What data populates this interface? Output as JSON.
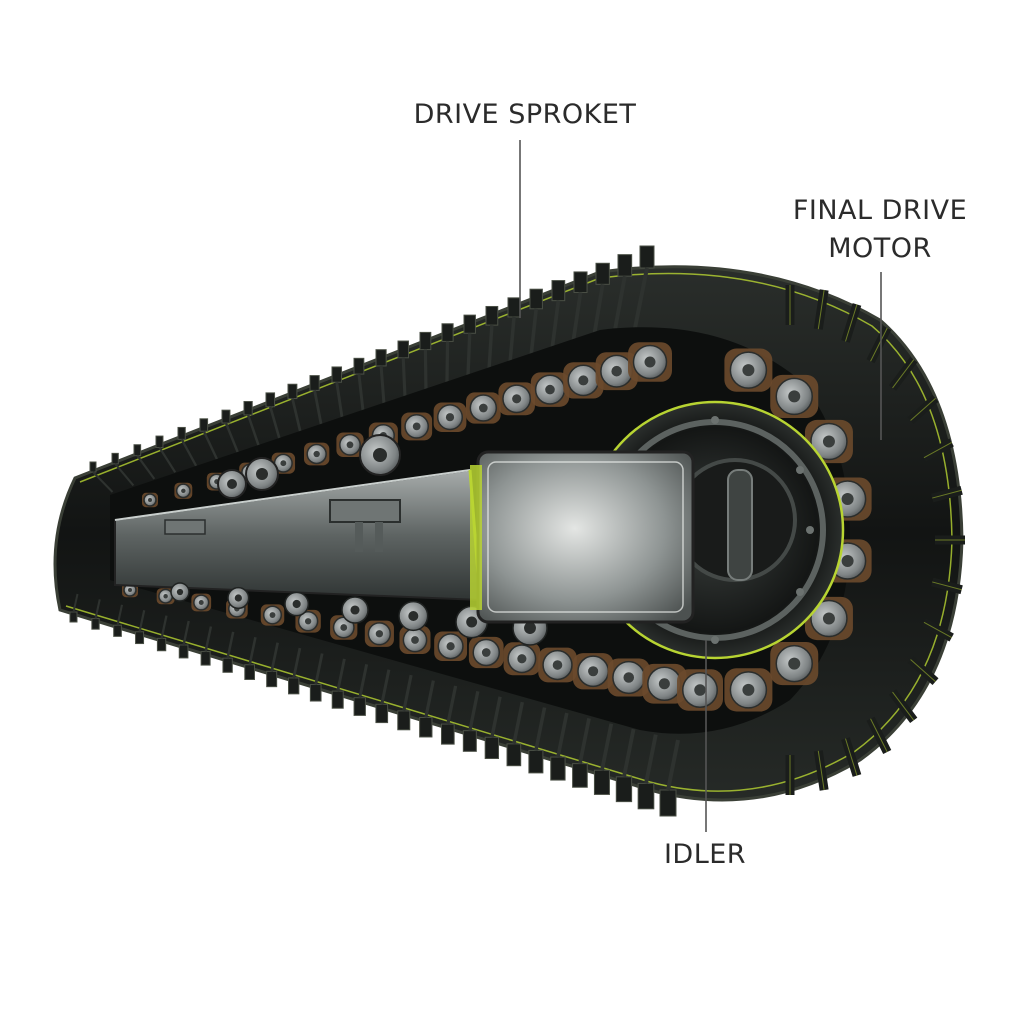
{
  "labels": {
    "drive_sprocket": "DRIVE SPROKET",
    "final_drive_line1": "FINAL DRIVE",
    "final_drive_line2": "MOTOR",
    "idler": "IDLER"
  },
  "colors": {
    "background": "#ffffff",
    "track_shoe": "#1b1e1c",
    "track_shoe_edge": "#3a3f36",
    "accent_trim": "#b8d432",
    "chain_link": "#8c9192",
    "chain_link_dark": "#4a4e50",
    "chain_rust": "#6b4a2c",
    "frame_metal": "#7c8283",
    "label_text": "#2b2b2b",
    "leader_line": "#555555"
  },
  "icons": {
    "track": "crawler-track-illustration",
    "sprocket": "drive-sprocket-icon",
    "motor": "final-drive-motor-icon",
    "idler": "idler-wheel-icon"
  }
}
